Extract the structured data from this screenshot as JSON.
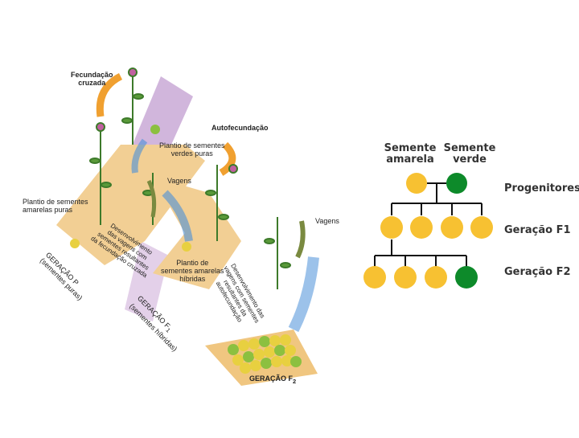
{
  "illustration": {
    "labels": {
      "cross_fertilization": [
        "Fecundação",
        "cruzada"
      ],
      "self_fertilization": "Autofecundação",
      "pure_green_planting": [
        "Plantio de sementes",
        "verdes puras"
      ],
      "pure_yellow_planting": [
        "Plantio de sementes",
        "amarelas puras"
      ],
      "pods_1": "Vagens",
      "pods_2": "Vagens",
      "hybrid_planting": [
        "Plantio de",
        "sementes amarelas",
        "híbridas"
      ],
      "pod_development_1": [
        "Desenvolvimento",
        "das vagens com",
        "sementes resultantes",
        "da fecundação cruzada"
      ],
      "pod_development_2": [
        "Desenvolvimento das",
        "vagens com sementes",
        "resultantes da",
        "autofecundação"
      ],
      "generation_p": "GERAÇÃO P",
      "generation_p_sub": "(sementes puras)",
      "generation_f1": "GERAÇÃO F",
      "generation_f1_sub": "(sementes híbridas)",
      "generation_f2": "GERAÇÃO F",
      "generation_f2_subscript": "2",
      "generation_f1_subscript": "1"
    },
    "colors": {
      "band_purple": "#c9a9d6",
      "band_peach": "#f2cf94",
      "arrow_blue": "#4a8fd8",
      "arrow_orange": "#f0a030",
      "seed_yellow": "#e8d040",
      "seed_green": "#8cc040"
    }
  },
  "pedigree": {
    "headers": {
      "yellow_seed": [
        "Semente",
        "amarela"
      ],
      "green_seed": [
        "Semente",
        "verde"
      ]
    },
    "rows": [
      {
        "label": "Progenitores",
        "seeds": [
          "yellow",
          "green"
        ]
      },
      {
        "label": "Geração F1",
        "seeds": [
          "yellow",
          "yellow",
          "yellow",
          "yellow"
        ]
      },
      {
        "label": "Geração F2",
        "seeds": [
          "yellow",
          "yellow",
          "yellow",
          "green"
        ]
      }
    ],
    "colors": {
      "yellow": "#f7c132",
      "green": "#0d8a2a",
      "line": "#111111",
      "text": "#333333"
    }
  }
}
